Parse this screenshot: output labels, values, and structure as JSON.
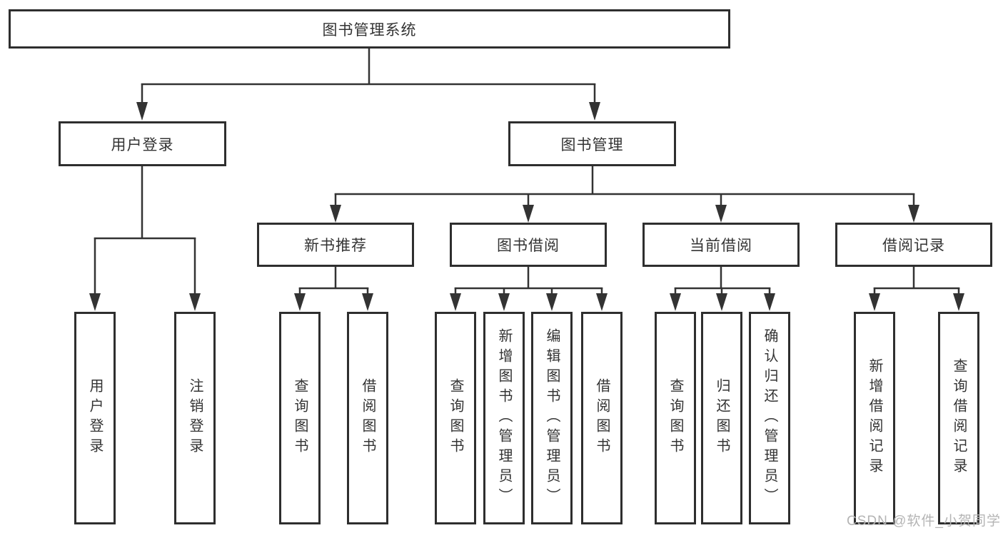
{
  "tree": {
    "label": "图书管理系统",
    "children": [
      {
        "label": "用户登录",
        "children": [
          {
            "label": "用户登录"
          },
          {
            "label": "注销登录"
          }
        ]
      },
      {
        "label": "图书管理",
        "children": [
          {
            "label": "新书推荐",
            "children": [
              {
                "label": "查询图书"
              },
              {
                "label": "借阅图书"
              }
            ]
          },
          {
            "label": "图书借阅",
            "children": [
              {
                "label": "查询图书"
              },
              {
                "label": "新增图书（管理员）"
              },
              {
                "label": "编辑图书（管理员）"
              },
              {
                "label": "借阅图书"
              }
            ]
          },
          {
            "label": "当前借阅",
            "children": [
              {
                "label": "查询图书"
              },
              {
                "label": "归还图书"
              },
              {
                "label": "确认归还（管理员）"
              }
            ]
          },
          {
            "label": "借阅记录",
            "children": [
              {
                "label": "新增借阅记录"
              },
              {
                "label": "查询借阅记录"
              }
            ]
          }
        ]
      }
    ]
  },
  "watermark": {
    "text": "CSDN @软件_小贺同学"
  },
  "colors": {
    "line": "#333333",
    "box_border": "#2e2e2e",
    "text": "#333333",
    "watermark": "#b4b4b4",
    "background": "#ffffff"
  }
}
